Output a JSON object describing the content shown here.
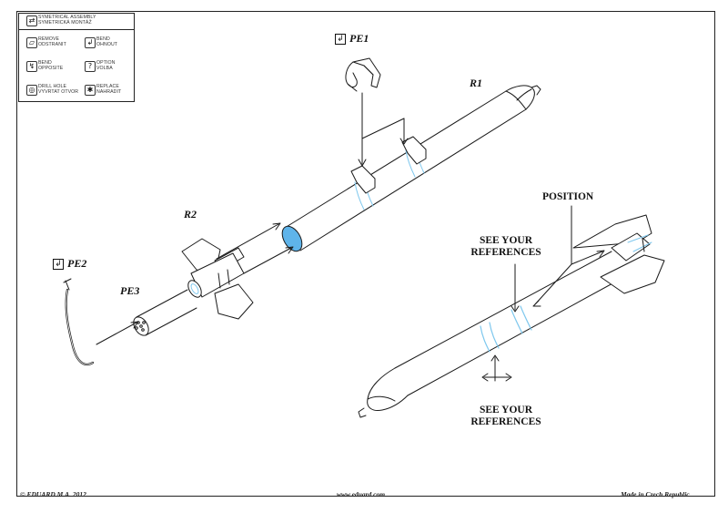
{
  "legend": {
    "items": [
      {
        "icon": "symmetrical-assembly-icon",
        "glyph": "⇄",
        "label": "SYMETRICAL ASSEMBLY\nSYMETRICKÁ MONTÁŽ",
        "full": true
      },
      {
        "icon": "remove-icon",
        "glyph": "▱",
        "label": "REMOVE\nODSTRANIT"
      },
      {
        "icon": "bend-icon",
        "glyph": "↲",
        "label": "BEND\nOHNOUT"
      },
      {
        "icon": "bend-opposite-icon",
        "glyph": "↯",
        "label": "BEND\nOPPOSITE"
      },
      {
        "icon": "option-icon",
        "glyph": "?",
        "label": "OPTION\nVOLBA"
      },
      {
        "icon": "drill-hole-icon",
        "glyph": "◎",
        "label": "DRILL HOLE\nVYVRTAT OTVOR"
      },
      {
        "icon": "replace-icon",
        "glyph": "✱",
        "label": "REPLACE\nNAHRADIT"
      }
    ]
  },
  "parts": {
    "pe1": "PE1",
    "pe2": "PE2",
    "pe3": "PE3",
    "r1": "R1",
    "r2": "R2",
    "bend_glyph": "↲"
  },
  "annotations": {
    "position": "POSITION",
    "see_refs_top_1": "SEE YOUR",
    "see_refs_top_2": "REFERENCES",
    "see_refs_bottom_1": "SEE YOUR",
    "see_refs_bottom_2": "REFERENCES"
  },
  "footer": {
    "copyright": "© EDUARD  M.A. 2012",
    "website": "www.eduard.com",
    "made_in": "Made in Czech Republic"
  },
  "colors": {
    "line": "#1a1a1a",
    "highlight": "#7fc8ee",
    "highlight_fill": "#5fb4ea"
  }
}
